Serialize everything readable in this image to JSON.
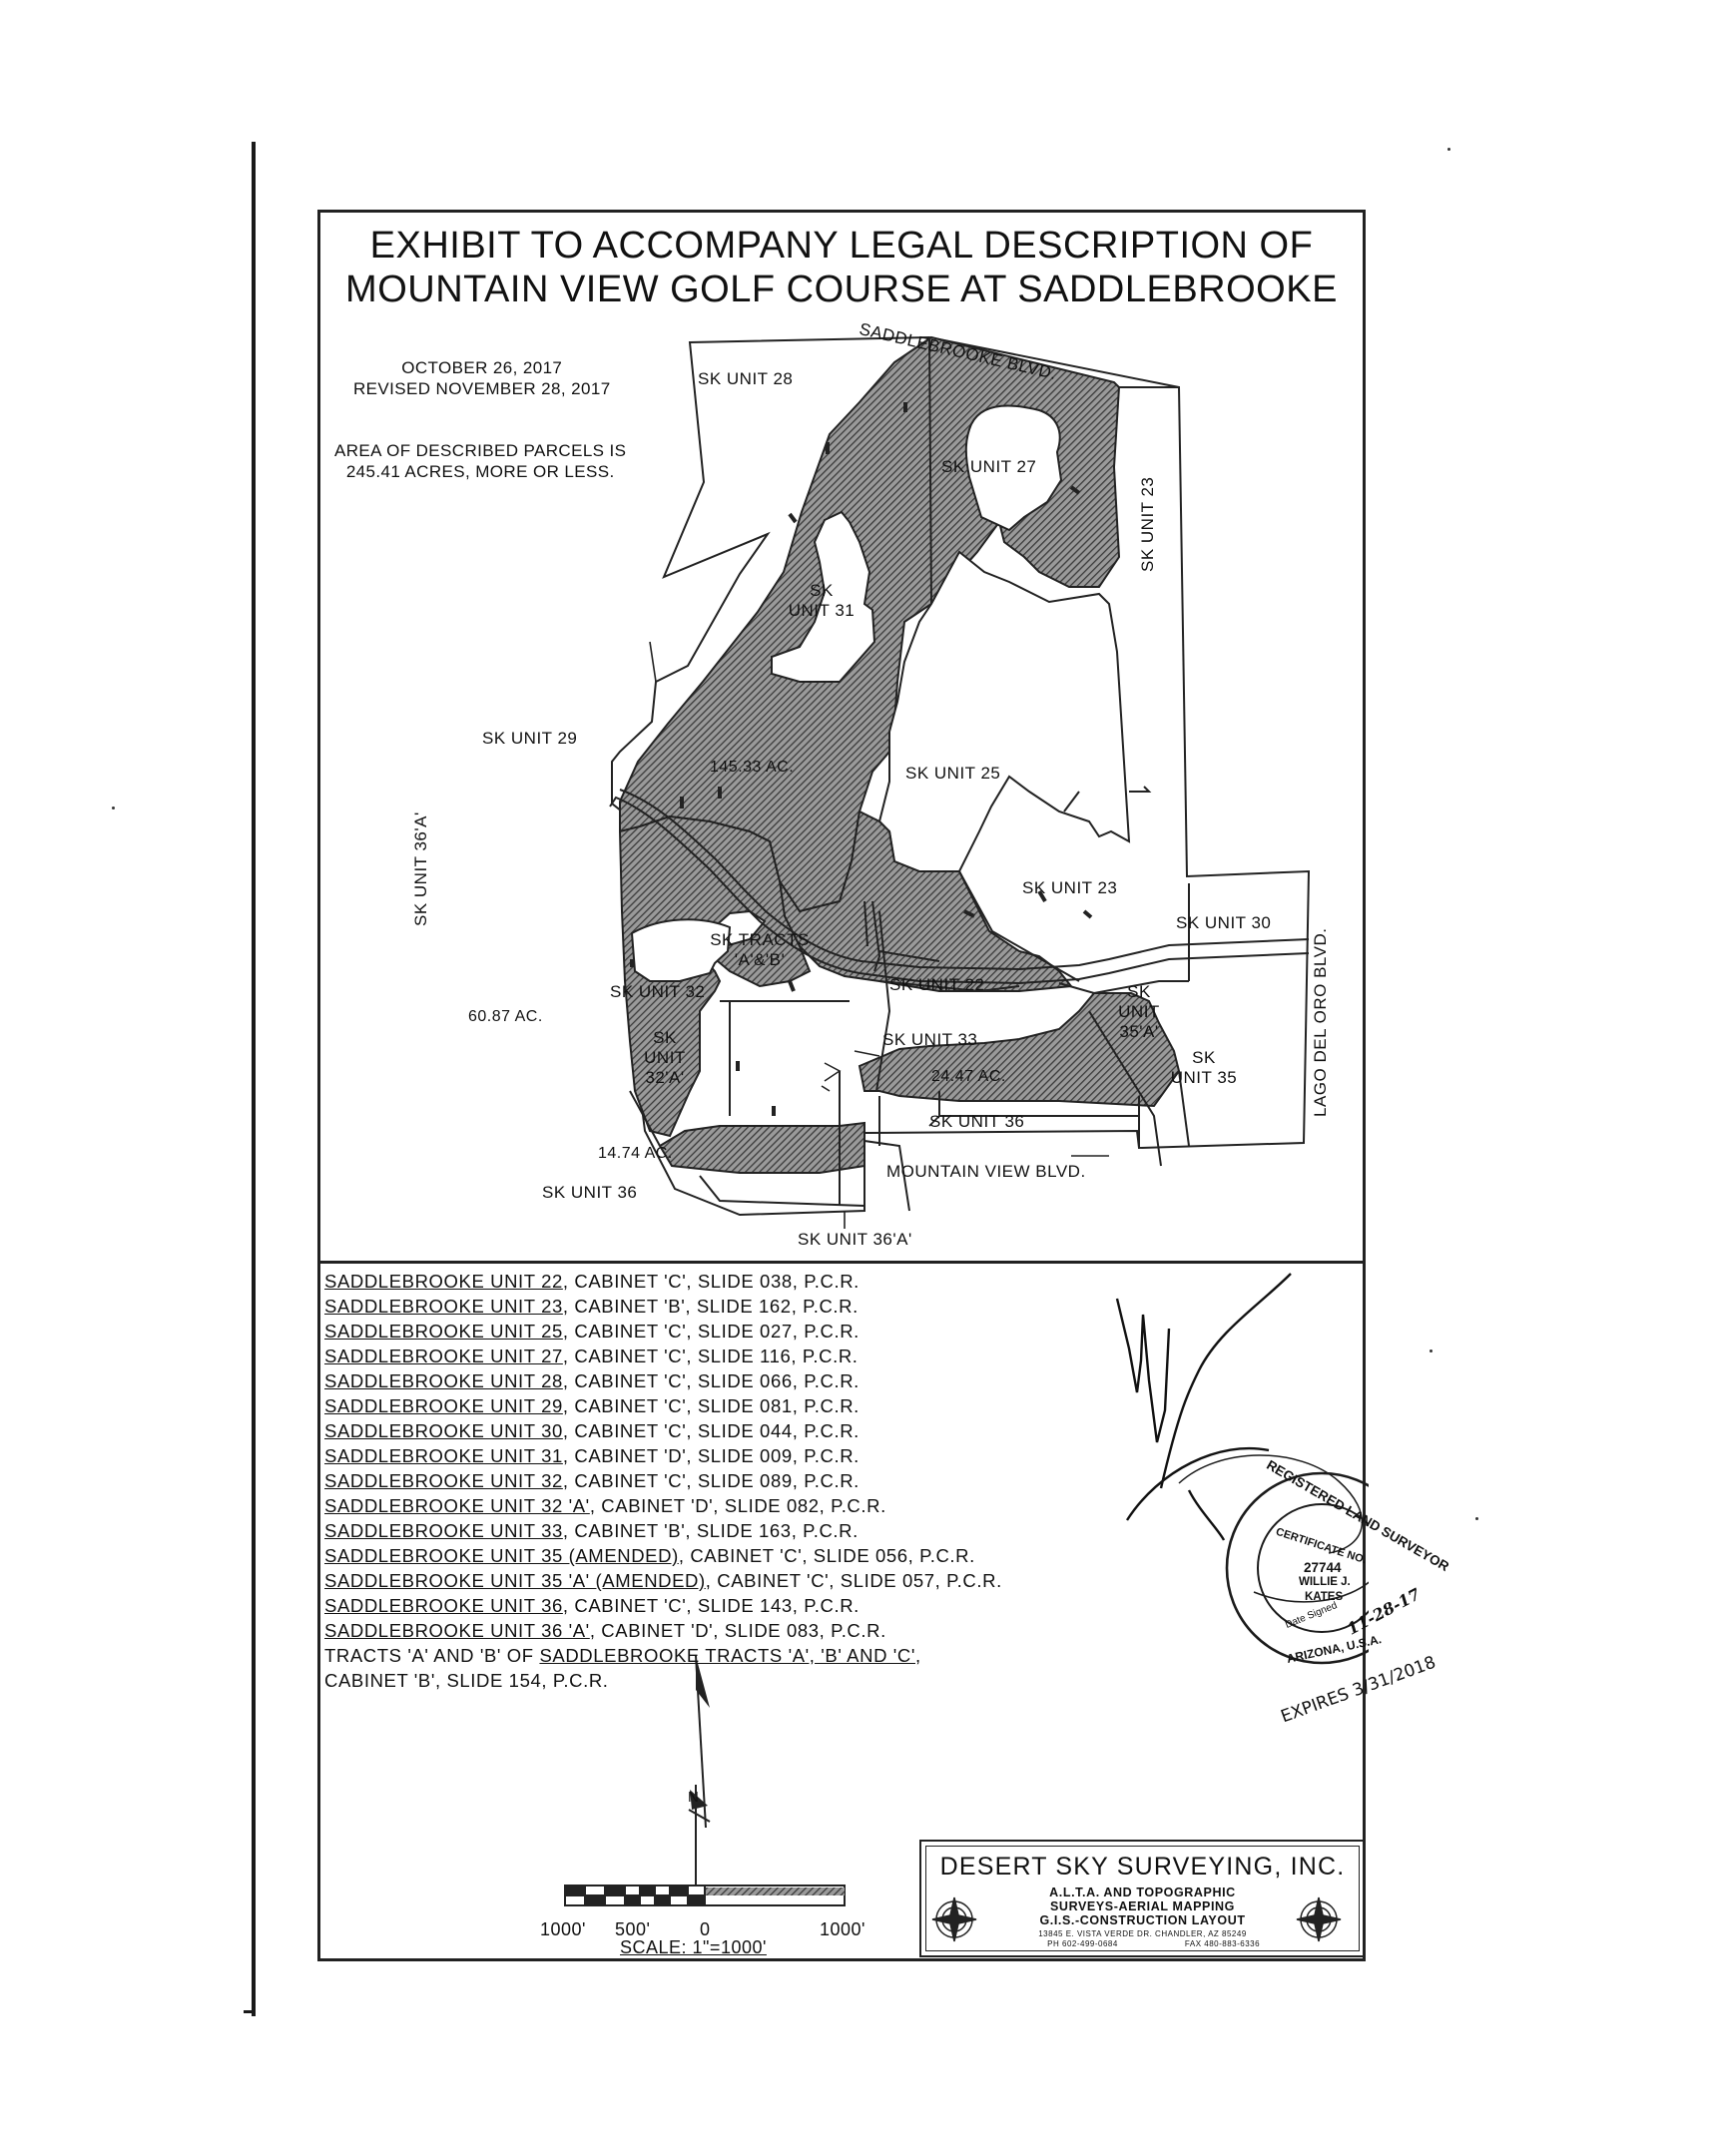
{
  "document": {
    "title_line1": "EXHIBIT TO ACCOMPANY LEGAL DESCRIPTION OF",
    "title_line2": "MOUNTAIN VIEW GOLF COURSE AT SADDLEBROOKE",
    "date_line1": "OCTOBER 26, 2017",
    "date_line2": "REVISED NOVEMBER 28, 2017",
    "area_line1": "AREA OF DESCRIBED PARCELS IS",
    "area_line2": "245.41 ACRES, MORE OR LESS."
  },
  "map": {
    "roads": {
      "saddlebrooke_blvd": "SADDLEBROOKE BLVD.",
      "lago_del_oro_blvd": "LAGO DEL ORO BLVD.",
      "mountain_view_blvd": "MOUNTAIN VIEW BLVD."
    },
    "parcels": {
      "unit_28": "SK UNIT 28",
      "unit_27": "SK UNIT 27",
      "unit_23_top": "SK UNIT 23",
      "unit_31_a": "SK",
      "unit_31_b": "UNIT 31",
      "unit_29": "SK UNIT 29",
      "unit_25": "SK UNIT 25",
      "unit_36a_left": "SK UNIT 36'A'",
      "unit_23_mid": "SK UNIT 23",
      "unit_30": "SK UNIT 30",
      "tracts_a": "SK TRACTS",
      "tracts_b": "'A'&'B'",
      "unit_32": "SK UNIT 32",
      "unit_22": "SK UNIT 22",
      "unit_35a_1": "SK",
      "unit_35a_2": "UNIT",
      "unit_35a_3": "35'A'",
      "unit_32a_1": "SK",
      "unit_32a_2": "UNIT",
      "unit_32a_3": "32'A'",
      "unit_33": "SK UNIT 33",
      "unit_35_1": "SK",
      "unit_35_2": "UNIT 35",
      "unit_36_mid": "SK UNIT 36",
      "unit_36_bottom": "SK UNIT 36",
      "unit_36a_bottom": "SK UNIT 36'A'"
    },
    "acreages": {
      "main": "145.33 AC.",
      "west": "60.87 AC.",
      "east": "24.47 AC.",
      "south": "14.74 AC."
    },
    "hatch_color": "#555555"
  },
  "references": [
    {
      "name": "SADDLEBROOKE UNIT 22",
      "rest": ", CABINET 'C', SLIDE 038, P.C.R."
    },
    {
      "name": "SADDLEBROOKE UNIT 23",
      "rest": ", CABINET 'B', SLIDE 162, P.C.R."
    },
    {
      "name": "SADDLEBROOKE UNIT 25",
      "rest": ", CABINET 'C', SLIDE 027, P.C.R."
    },
    {
      "name": "SADDLEBROOKE UNIT 27",
      "rest": ", CABINET 'C', SLIDE 116, P.C.R."
    },
    {
      "name": "SADDLEBROOKE UNIT 28",
      "rest": ", CABINET 'C', SLIDE 066, P.C.R."
    },
    {
      "name": "SADDLEBROOKE UNIT 29",
      "rest": ", CABINET 'C', SLIDE 081, P.C.R."
    },
    {
      "name": "SADDLEBROOKE UNIT 30",
      "rest": ", CABINET 'C', SLIDE 044, P.C.R."
    },
    {
      "name": "SADDLEBROOKE UNIT 31",
      "rest": ", CABINET 'D', SLIDE 009, P.C.R."
    },
    {
      "name": "SADDLEBROOKE UNIT 32",
      "rest": ", CABINET 'C', SLIDE 089, P.C.R."
    },
    {
      "name": "SADDLEBROOKE UNIT 32 'A'",
      "rest": ", CABINET 'D', SLIDE 082, P.C.R."
    },
    {
      "name": "SADDLEBROOKE UNIT 33",
      "rest": ", CABINET 'B', SLIDE 163, P.C.R."
    },
    {
      "name": "SADDLEBROOKE UNIT 35 (AMENDED)",
      "rest": ", CABINET 'C', SLIDE 056, P.C.R."
    },
    {
      "name": "SADDLEBROOKE UNIT 35 'A' (AMENDED)",
      "rest": ", CABINET 'C', SLIDE 057, P.C.R."
    },
    {
      "name": "SADDLEBROOKE UNIT 36",
      "rest": ", CABINET 'C', SLIDE 143, P.C.R."
    },
    {
      "name": "SADDLEBROOKE UNIT 36 'A'",
      "rest": ", CABINET 'D', SLIDE 083, P.C.R."
    }
  ],
  "tracts_reference": {
    "prefix": "TRACTS 'A' AND 'B' OF ",
    "name": "SADDLEBROOKE TRACTS 'A', 'B' AND 'C'",
    "suffix": ",",
    "line2": "CABINET 'B', SLIDE 154, P.C.R."
  },
  "seal": {
    "arc_top": "REGISTERED LAND SURVEYOR",
    "certificate": "CERTIFICATE NO.",
    "number": "27744",
    "name_line1": "WILLIE J.",
    "name_line2": "KATES",
    "date_signed_label": "Date Signed",
    "date_signed_value": "11-28-17",
    "state": "ARIZONA, U.S.A.",
    "expires": "EXPIRES 3/31/2018"
  },
  "scale": {
    "north": "N",
    "tick_1000_left": "1000'",
    "tick_500": "500'",
    "tick_0": "0",
    "tick_1000_right": "1000'",
    "scale_text": "SCALE: 1\"=1000'"
  },
  "company": {
    "name": "DESERT SKY SURVEYING, INC.",
    "line1": "A.L.T.A. AND TOPOGRAPHIC",
    "line2": "SURVEYS-AERIAL MAPPING",
    "line3": "G.I.S.-CONSTRUCTION LAYOUT",
    "address": "13845 E. VISTA VERDE DR. CHANDLER, AZ 85249",
    "phone": "PH 602-499-0684",
    "fax": "FAX 480-883-6336"
  }
}
